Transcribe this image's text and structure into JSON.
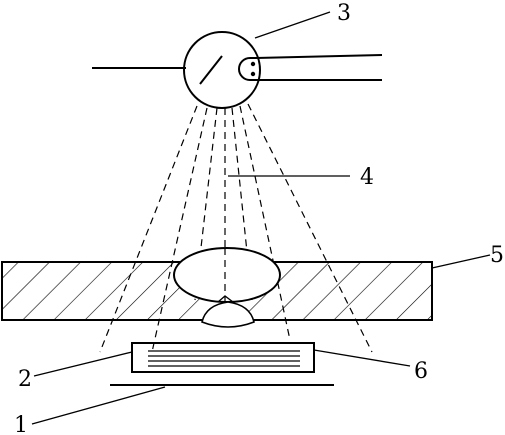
{
  "labels": {
    "l1": "1",
    "l2": "2",
    "l3": "3",
    "l4": "4",
    "l5": "5",
    "l6": "6"
  },
  "colors": {
    "ink": "#000000",
    "background": "#ffffff"
  }
}
